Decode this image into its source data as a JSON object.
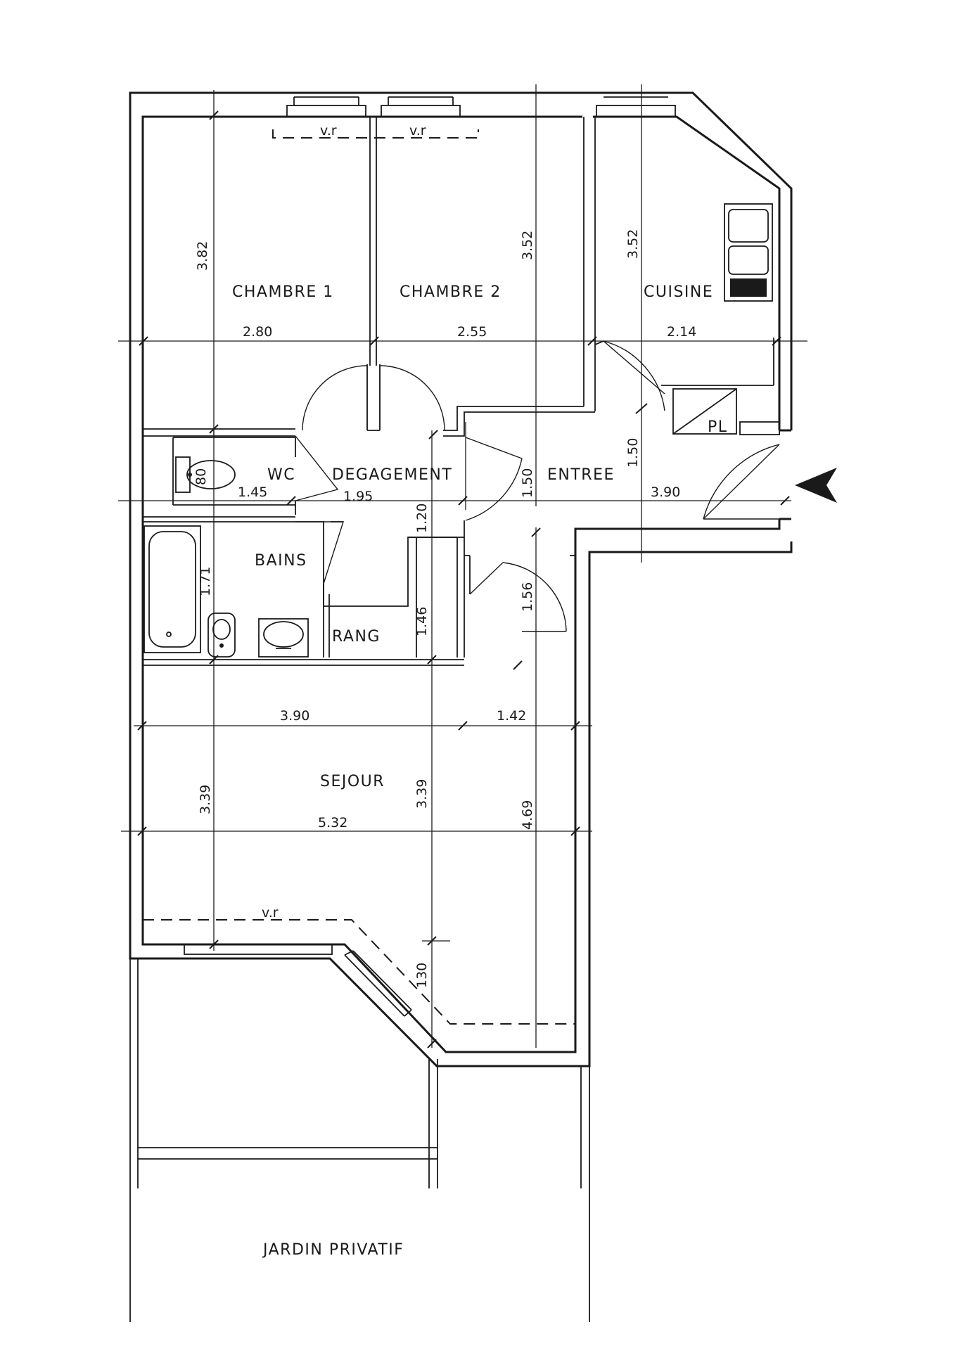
{
  "rooms": {
    "chambre1": "CHAMBRE  1",
    "chambre2": "CHAMBRE  2",
    "cuisine": "CUISINE",
    "wc": "WC",
    "degagement": "DEGAGEMENT",
    "entree": "ENTREE",
    "bains": "BAINS",
    "rang": "RANG",
    "sejour": "SEJOUR",
    "pl": "PL",
    "jardin": "JARDIN  PRIVATIF"
  },
  "windows": {
    "vr_label": "v.r"
  },
  "dimensions": {
    "chambre1_height": "3.82",
    "chambre2_height": "3.52",
    "cuisine_height": "3.52",
    "chambre1_width": "2.80",
    "chambre2_width": "2.55",
    "cuisine_width": "2.14",
    "wc_vertical": "80",
    "wc_width": "1.45",
    "degagement_width": "1.95",
    "degagement_vertical": "1.50",
    "entree_vertical": "1.50",
    "entree_width": "3.90",
    "door_height": "1.20",
    "bains_height": "1.71",
    "rang_height": "1.46",
    "entree_lower_height": "1.56",
    "sejour_width_left": "3.90",
    "sejour_width_right": "1.42",
    "sejour_height_left": "3.39",
    "sejour_height_mid": "3.39",
    "sejour_height_right": "4.69",
    "sejour_total_width": "5.32",
    "bay_depth": "130"
  },
  "icons": {
    "entrance_arrow": "entrance-arrow-icon",
    "sink": "kitchen-sink-icon",
    "toilet": "toilet-icon",
    "bathtub": "bathtub-icon",
    "washbasin": "washbasin-icon",
    "bidet": "bidet-icon"
  }
}
